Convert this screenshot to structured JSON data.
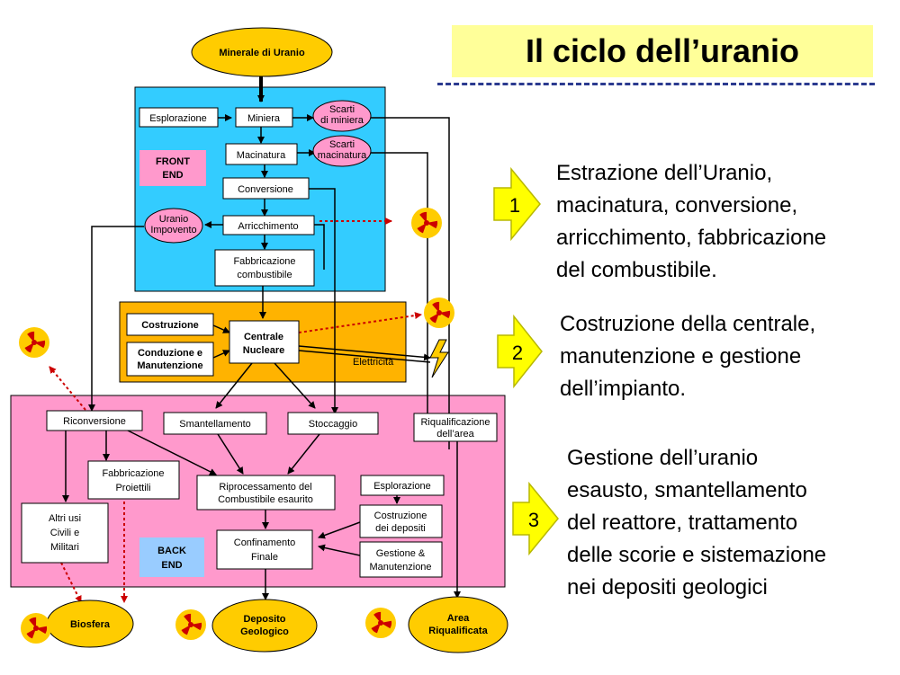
{
  "title": "Il ciclo dell’uranio",
  "nodes": {
    "minerale": "Minerale di Uranio",
    "esplorazione_top": "Esplorazione",
    "miniera": "Miniera",
    "scarti_miniera": [
      "Scarti",
      "di miniera"
    ],
    "macinatura": "Macinatura",
    "scarti_macinatura": [
      "Scarti",
      "macinatura"
    ],
    "front_end": [
      "FRONT",
      "END"
    ],
    "conversione": "Conversione",
    "uranio_impoverito": [
      "Uranio",
      "Impovento"
    ],
    "arricchimento": "Arricchimento",
    "fabbricazione_comb": [
      "Fabbricazione",
      "combustibile"
    ],
    "costruzione": "Costruzione",
    "conduzione": [
      "Conduzione e",
      "Manutenzione"
    ],
    "centrale": [
      "Centrale",
      "Nucleare"
    ],
    "elettricita": "Elettricità",
    "riconversione": "Riconversione",
    "smantellamento": "Smantellamento",
    "stoccaggio": "Stoccaggio",
    "riqualificazione": [
      "Riqualificazione",
      "dell’area"
    ],
    "fabbricazione_proiettili": [
      "Fabbricazione",
      "Proiettili"
    ],
    "riprocessamento": [
      "Riprocessamento del",
      "Combustibile esaurito"
    ],
    "esplorazione_back": "Esplorazione",
    "altri_usi": [
      "Altri usi",
      "Civili e",
      "Militari"
    ],
    "costruzione_depositi": [
      "Costruzione",
      "dei depositi"
    ],
    "confinamento": [
      "Confinamento",
      "Finale"
    ],
    "back_end": [
      "BACK",
      "END"
    ],
    "gestione": [
      "Gestione &",
      "Manutenzione"
    ],
    "biosfera": "Biosfera",
    "deposito": [
      "Deposito",
      "Geologico"
    ],
    "area": [
      "Area",
      "Riqualificata"
    ]
  },
  "steps": [
    {
      "number": "1",
      "lines": [
        "Estrazione dell’Uranio,",
        "macinatura, conversione,",
        "arricchimento, fabbricazione",
        "del combustibile."
      ]
    },
    {
      "number": "2",
      "lines": [
        "Costruzione della centrale,",
        "manutenzione e gestione",
        "dell’impianto."
      ]
    },
    {
      "number": "3",
      "lines": [
        "Gestione dell’uranio",
        "esausto, smantellamento",
        "del reattore, trattamento",
        "delle scorie  e sistemazione",
        "nei depositi geologici"
      ]
    }
  ],
  "colors": {
    "front_end_bg": "#33ccff",
    "middle_bg": "#ffb300",
    "back_end_bg": "#ff99cc",
    "ellipse_yellow": "#ffcc00",
    "ellipse_pink": "#ff99cc",
    "front_label_bg": "#ff99cc",
    "back_label_bg": "#99ccff",
    "arrow_yellow": "#ffff00",
    "title_bg": "#ffff99",
    "radiation": "#cc0000"
  },
  "icons": [
    "radiation-icon",
    "lightning-icon",
    "step-arrow-icon"
  ]
}
